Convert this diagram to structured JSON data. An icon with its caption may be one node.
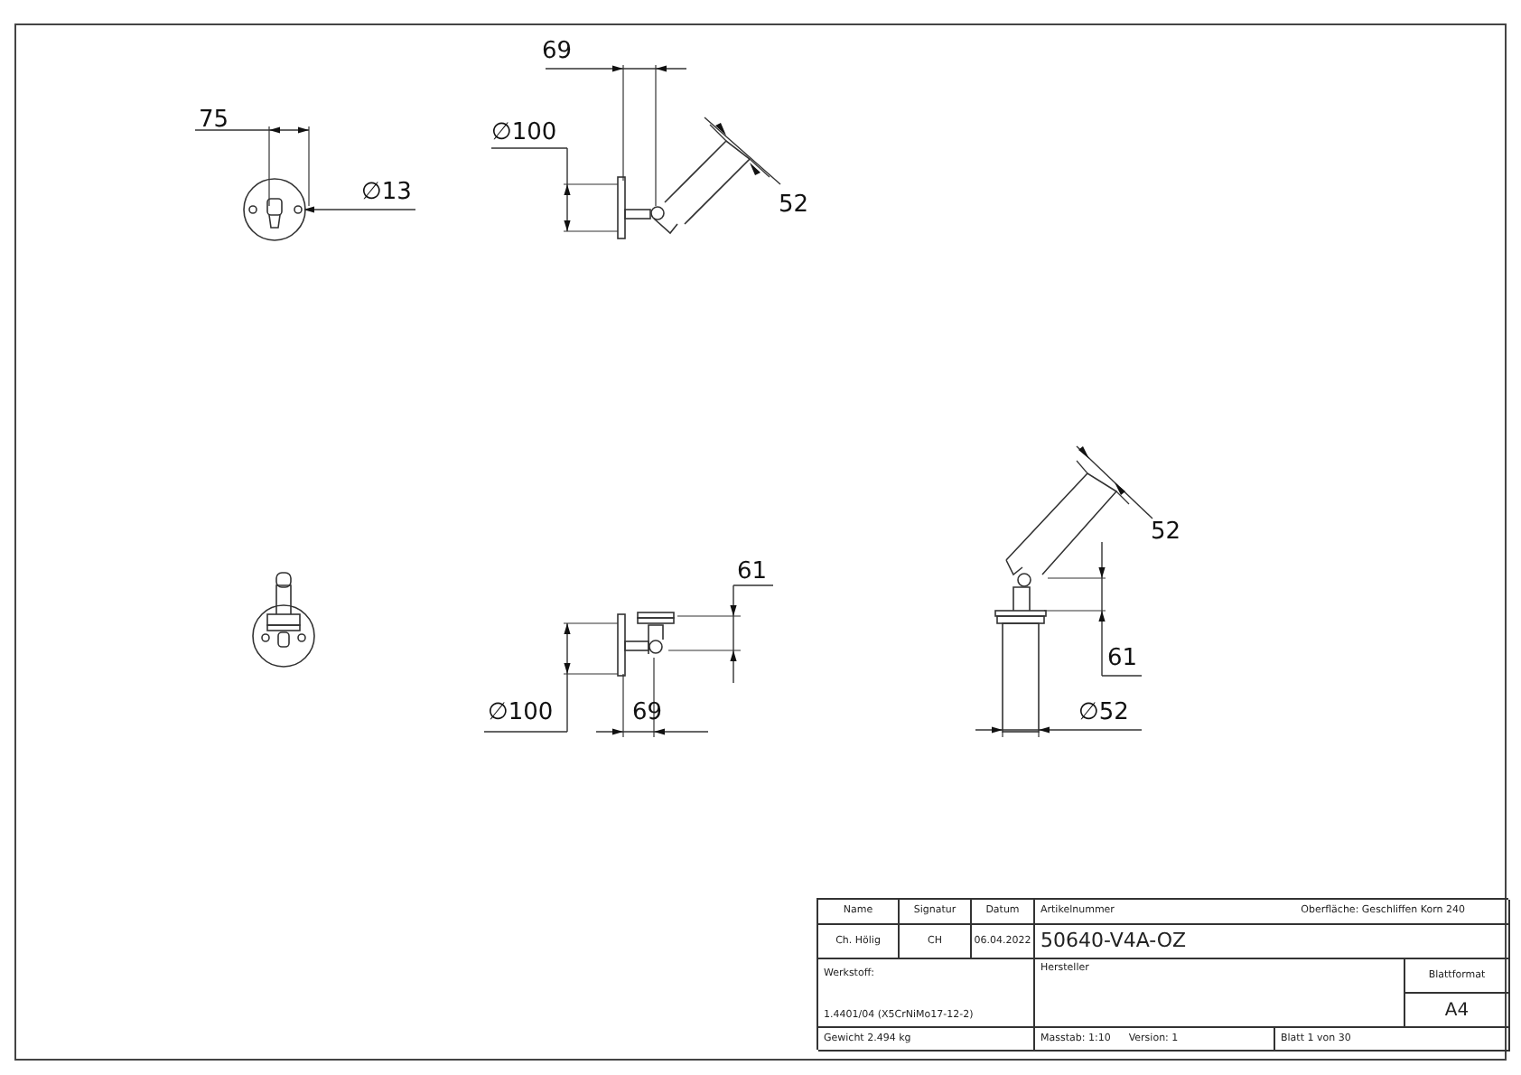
{
  "diagram": {
    "labels": [
      "69",
      "75",
      "∅100",
      "∅13",
      "52",
      "52",
      "61",
      "61",
      "∅100",
      "69",
      "∅52",
      "Name",
      "Signatur",
      "Datum",
      "Artikelnummer",
      "Oberfläche: Geschliffen Korn 240",
      "Ch. Hölig",
      "CH",
      "06.04.2022",
      "50640-V4A-OZ",
      "Werkstoff:",
      "Hersteller",
      "Blattformat",
      "1.4401/04 (X5CrNiMo17-12-2)",
      "A4",
      "Gewicht 2.494 kg",
      "Masstab: 1:10",
      "Version: 1",
      "Blatt 1 von 30"
    ]
  }
}
